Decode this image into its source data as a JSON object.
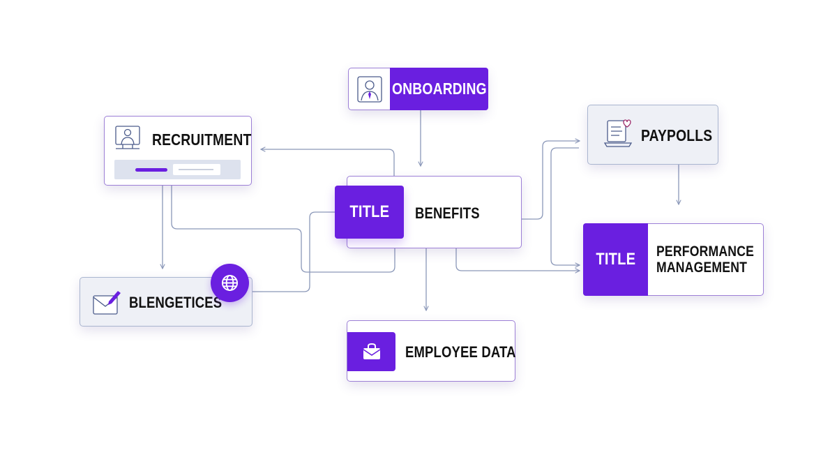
{
  "colors": {
    "accent": "#6a1fe0",
    "node_border": "#9c7fd6",
    "connector": "#8a97b8",
    "grey_fill": "#eef0f6"
  },
  "nodes": {
    "onboarding": {
      "label": "ONBOARDING",
      "icon": "person-with-tie-icon"
    },
    "recruitment": {
      "label": "RECRUITMENT",
      "icon": "presenter-at-monitor-icon"
    },
    "benefits": {
      "badge": "TITLE",
      "label": "BENEFITS"
    },
    "paypolls": {
      "label": "PAYPOLLS",
      "icon": "laptop-with-heart-document-icon"
    },
    "performance": {
      "badge": "TITLE",
      "label_line1": "PERFORMANCE",
      "label_line2": "MANAGEMENT"
    },
    "blengetices": {
      "label": "BLENGETICES",
      "icon": "envelope-pen-icon",
      "badge_icon": "globe-icon"
    },
    "employee_data": {
      "label": "EMPLOYEE DATA",
      "icon": "shopping-bag-icon"
    }
  }
}
